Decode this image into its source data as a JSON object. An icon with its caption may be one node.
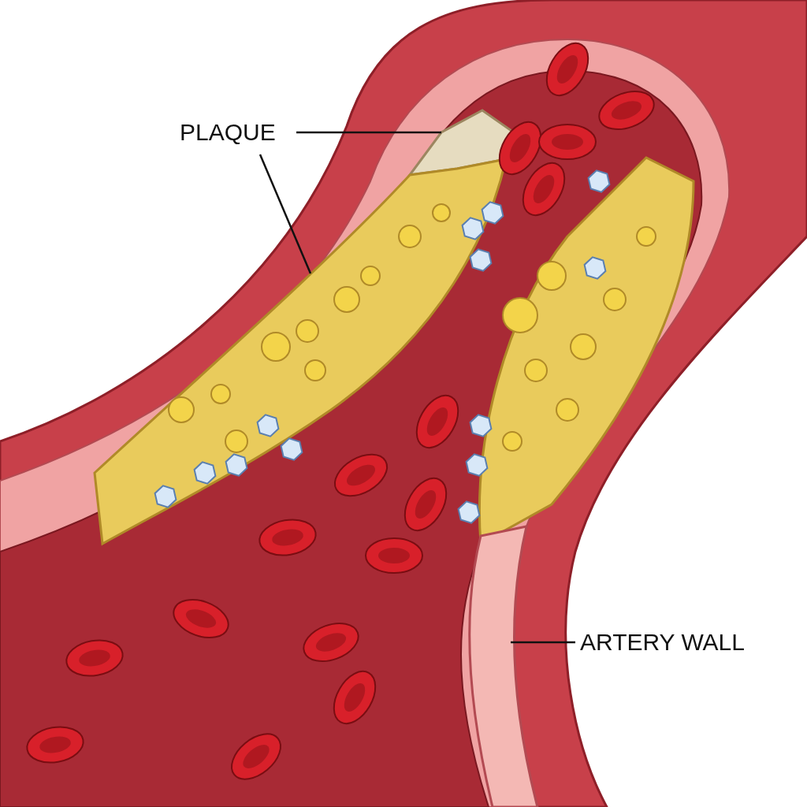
{
  "diagram": {
    "nodes": [
      {
        "text": [
          "PLAQUE"
        ]
      },
      {
        "text": [],
        "shape": "picture"
      },
      {
        "text": [],
        "shape": "picture"
      },
      {
        "text": [
          "ARTERY WALL"
        ]
      },
      {
        "text": [],
        "shape": "picture"
      }
    ],
    "edges": [
      {
        "from": 0,
        "to": 1,
        "arrow": "none"
      },
      {
        "from": 0,
        "to": 2,
        "arrow": "none"
      },
      {
        "from": 3,
        "to": 4,
        "arrow": "none"
      }
    ]
  }
}
